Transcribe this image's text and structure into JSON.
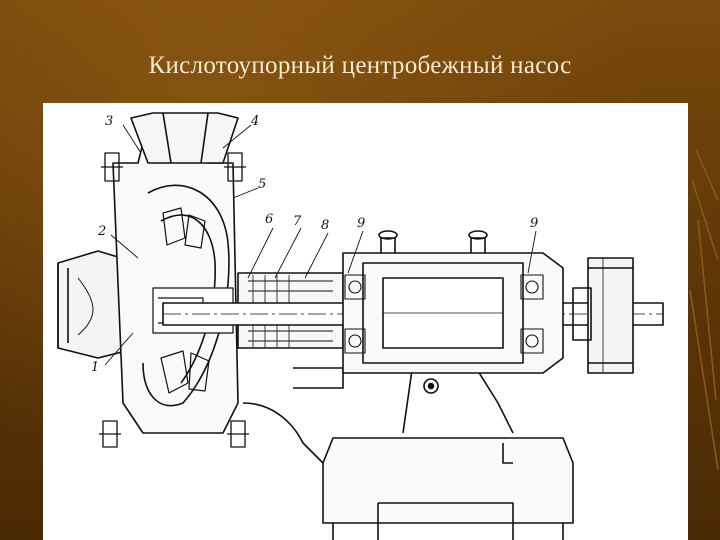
{
  "slide": {
    "title": "Кислотоупорный центробежный насос"
  },
  "diagram": {
    "callouts": [
      "3",
      "4",
      "5",
      "2",
      "6",
      "7",
      "8",
      "9",
      "9",
      "1"
    ]
  },
  "colors": {
    "background": "#5a3406",
    "title_text": "#f4ead2",
    "panel": "#ffffff",
    "ink": "#111111"
  }
}
